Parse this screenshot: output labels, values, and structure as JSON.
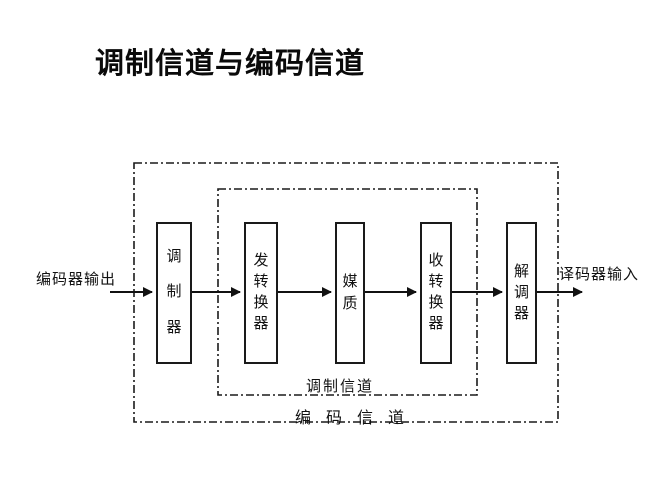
{
  "title": "调制信道与编码信道",
  "diagram": {
    "input_label": "编码器输出",
    "output_label": "译码器输入",
    "boxes": [
      {
        "label": "调制器"
      },
      {
        "label": "发转换器"
      },
      {
        "label": "媒质"
      },
      {
        "label": "收转换器"
      },
      {
        "label": "解调器"
      }
    ],
    "inner_box_label": "调制信道",
    "outer_box_label": "编 码 信 道"
  },
  "colors": {
    "background": "#ffffff",
    "line": "#1a1a1a",
    "text": "#111111"
  }
}
